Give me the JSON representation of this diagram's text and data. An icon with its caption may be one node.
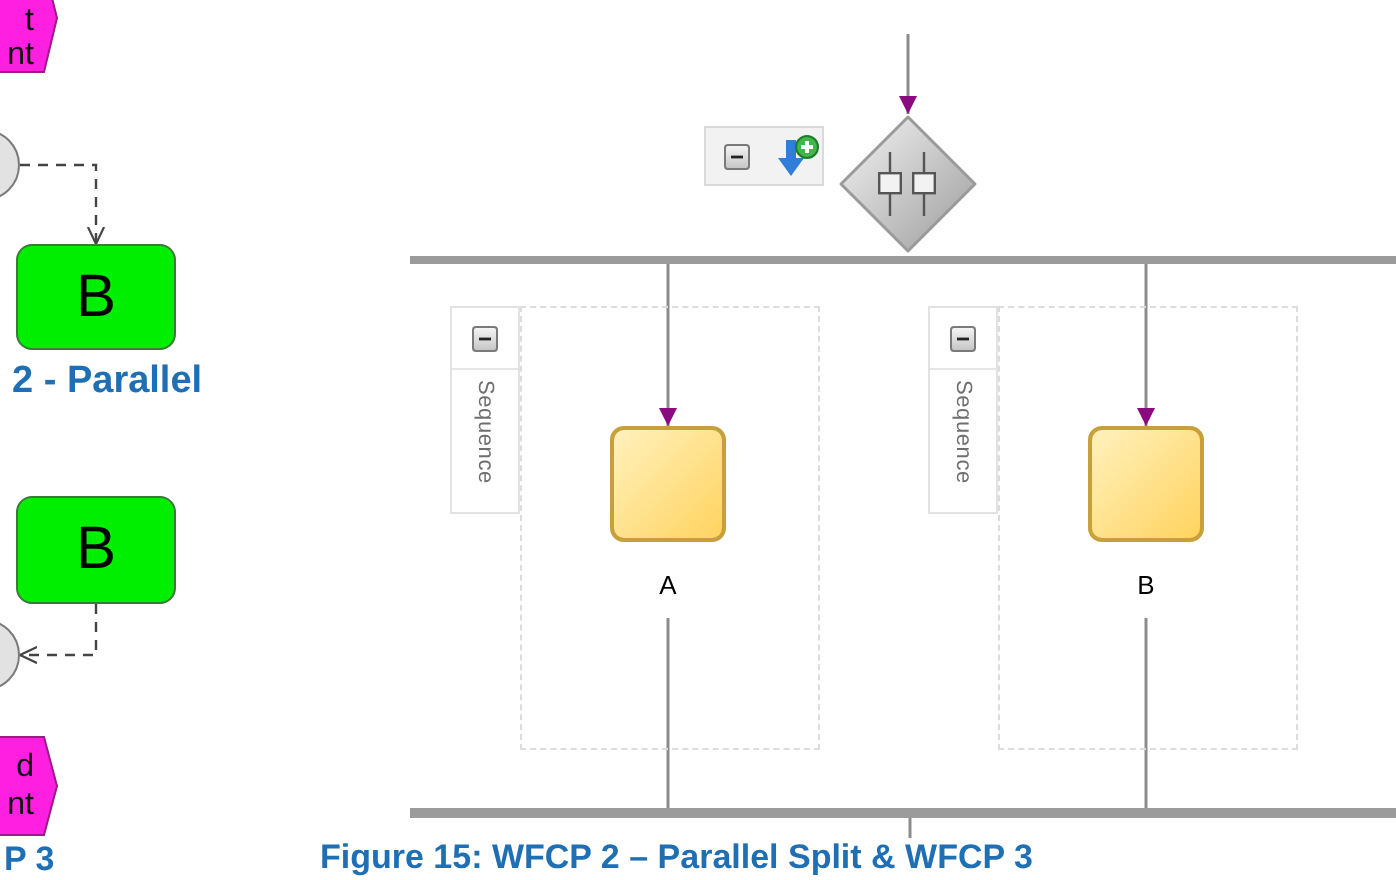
{
  "diagram": {
    "caption": "Figure 15: WFCP 2 – Parallel Split & WFCP 3",
    "nodes": [
      {
        "text": [
          "t nt"
        ]
      },
      {
        "text": [],
        "shape": "circle"
      },
      {
        "text": [
          "B"
        ]
      },
      {
        "text": [
          "B"
        ]
      },
      {
        "text": [],
        "shape": "circle"
      },
      {
        "text": [
          "d nt"
        ]
      },
      {
        "text": [],
        "shape": "diamond"
      },
      {
        "text": [],
        "shape": "bar"
      },
      {
        "text": [
          "Sequence"
        ]
      },
      {
        "text": [
          "A"
        ],
        "in": 8
      },
      {
        "text": [
          "Sequence"
        ]
      },
      {
        "text": [
          "B"
        ],
        "in": 10
      },
      {
        "text": [],
        "shape": "bar"
      }
    ],
    "edges": [
      {
        "from": 1,
        "to": 2,
        "arrow": "to",
        "style": "dashed"
      },
      {
        "from": 3,
        "to": 4,
        "arrow": "to",
        "style": "dashed"
      },
      {
        "from": null,
        "to": 6,
        "arrow": "to"
      },
      {
        "from": 7,
        "to": 9,
        "arrow": "to"
      },
      {
        "from": 7,
        "to": 11,
        "arrow": "to"
      },
      {
        "from": 9,
        "to": 12,
        "arrow": "none"
      },
      {
        "from": 11,
        "to": 12,
        "arrow": "none"
      },
      {
        "from": 12,
        "to": null,
        "arrow": "none"
      }
    ],
    "labels": [
      "2 - Parallel",
      "P 3"
    ]
  }
}
